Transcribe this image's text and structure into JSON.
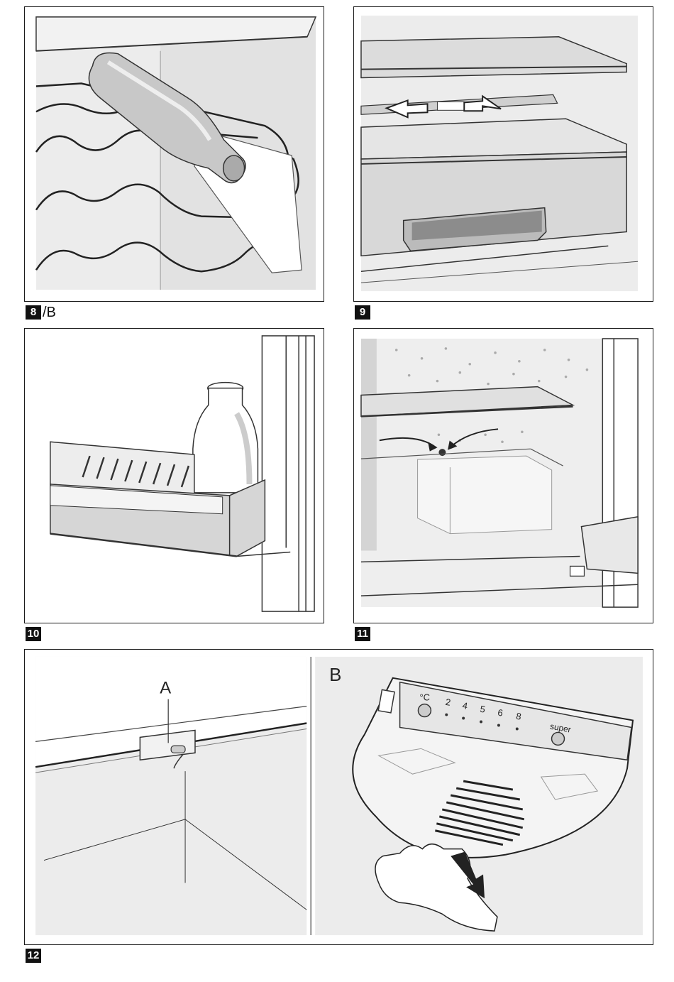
{
  "figures": [
    {
      "number": "8",
      "suffix": "/B"
    },
    {
      "number": "9",
      "suffix": ""
    },
    {
      "number": "10",
      "suffix": ""
    },
    {
      "number": "11",
      "suffix": ""
    },
    {
      "number": "12",
      "suffix": ""
    }
  ],
  "figure12": {
    "label_a": "A",
    "label_b": "B",
    "degree_unit": "°C",
    "scale": [
      "2",
      "4",
      "5",
      "6",
      "8"
    ],
    "super_label": "super"
  }
}
